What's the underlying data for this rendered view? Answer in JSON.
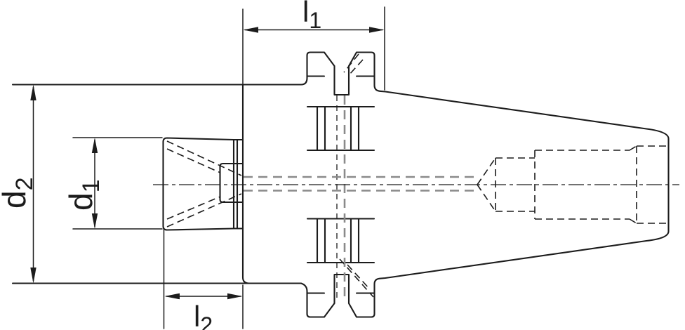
{
  "figure": {
    "type": "technical-drawing",
    "subject": "taper-shank tool holder side view with dimension callouts",
    "labels": {
      "d1": {
        "main": "d",
        "sub": "1"
      },
      "d2": {
        "main": "d",
        "sub": "2"
      },
      "l1": {
        "main": "l",
        "sub": "1"
      },
      "l2": {
        "main": "l",
        "sub": "2"
      }
    },
    "colors": {
      "line": "#1c1c1c",
      "hidden_gray": "#8a8a8a",
      "background": "#ffffff"
    }
  }
}
